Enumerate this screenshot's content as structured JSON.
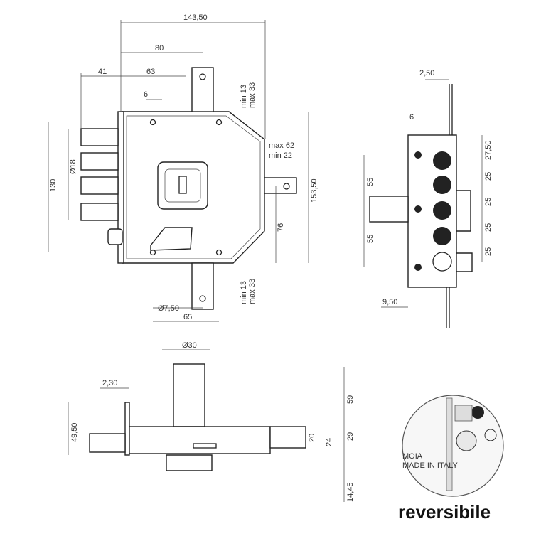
{
  "front_view": {
    "width": "143,50",
    "w80": "80",
    "w41": "41",
    "w63": "63",
    "hole6": "6",
    "max33_top": "max 33",
    "min13_top": "min 13",
    "max62": "max 62",
    "min22": "min 22",
    "d18": "Ø18",
    "h130": "130",
    "h153": "153,50",
    "h76": "76",
    "max33_bottom": "max 33",
    "min13_bottom": "min 13",
    "d7": "Ø7,50",
    "w65": "65"
  },
  "side_view": {
    "w250": "2,50",
    "hole6": "6",
    "h2750": "27,50",
    "p25a": "25",
    "p25b": "25",
    "p25c": "25",
    "p25d": "25",
    "h55a": "55",
    "h55b": "55",
    "w950": "9,50"
  },
  "top_view": {
    "d30": "Ø30",
    "w230": "2,30",
    "h4950": "49,50",
    "h59": "59",
    "h20": "20",
    "h24": "24",
    "h29": "29",
    "h1445": "14,45"
  },
  "detail": {
    "label1": "MOIA",
    "label2": "MADE IN ITALY"
  },
  "caption": "reversibile"
}
